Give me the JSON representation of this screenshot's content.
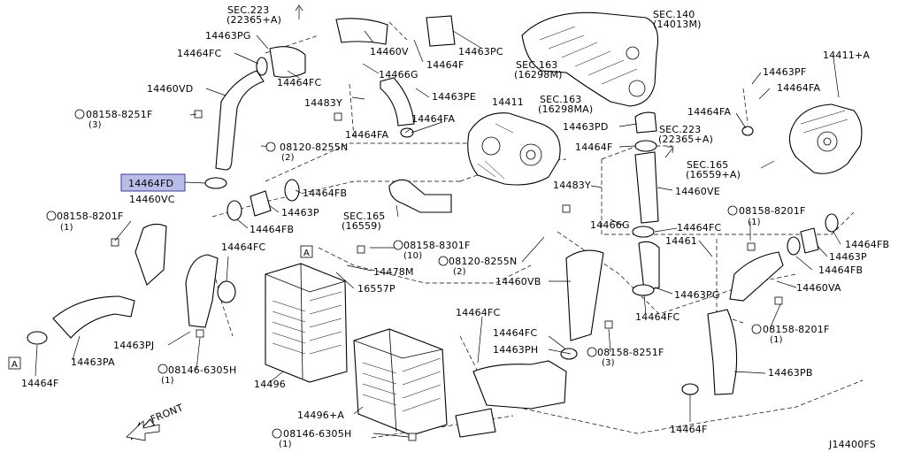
{
  "diagram_code": "J14400FS",
  "front_label": "FRONT",
  "section_marker": "A",
  "highlighted_part": "14464FD",
  "labels": {
    "sec223_top_line1": "SEC.223",
    "sec223_top_line2": "(22365+A)",
    "p14463PG_top": "14463PG",
    "p14464FC_tl": "14464FC",
    "p14460V": "14460V",
    "p14464F_top": "14464F",
    "p14463PC": "14463PC",
    "sec140_line1": "SEC.140",
    "sec140_line2": "(14013M)",
    "sec163_a_line1": "SEC.163",
    "sec163_a_line2": "(16298M)",
    "p14460VD": "14460VD",
    "p14464FC_mid": "14464FC",
    "p14466G_top": "14466G",
    "p14483Y_left": "14483Y",
    "p14463PE": "14463PE",
    "bolt_08158_8251F_left": "08158-8251F",
    "bolt_08158_8251F_left_qty": "(3)",
    "p14464FA_mid": "14464FA",
    "p14411_center": "14411",
    "bolt_08120_8255N_top": "08120-8255N",
    "bolt_08120_8255N_top_qty": "(2)",
    "sec163_b_line1": "SEC.163",
    "sec163_b_line2": "(16298MA)",
    "p14463PD": "14463PD",
    "sec223_right_line1": "SEC.223",
    "sec223_right_line2": "(22365+A)",
    "p14464F_right": "14464F",
    "p14464FD": "14464FD",
    "p14460VC": "14460VC",
    "p14464FB_mid": "14464FB",
    "p14463P_mid": "14463P",
    "p14464FB_mid2": "14464FB",
    "p14464FA_center": "14464FA",
    "sec165_center_line1": "SEC.165",
    "sec165_center_line2": "(16559)",
    "p14483Y_right": "14483Y",
    "p14460VE": "14460VE",
    "p14466G_right": "14466G",
    "bolt_08158_8201F_left": "08158-8201F",
    "bolt_08158_8201F_left_qty": "(1)",
    "p14464FC_center": "14464FC",
    "bolt_08158_8301F": "08158-8301F",
    "bolt_08158_8301F_qty": "(10)",
    "p14478M": "14478M",
    "bolt_08120_8255N_mid": "08120-8255N",
    "bolt_08120_8255N_mid_qty": "(2)",
    "p16557P": "16557P",
    "p14460VB": "14460VB",
    "p14463PJ": "14463PJ",
    "p14463PA": "14463PA",
    "p14464F_bl": "14464F",
    "bolt_08146_6305H_mid": "08146-6305H",
    "bolt_08146_6305H_mid_qty": "(1)",
    "p14496": "14496",
    "p14464FC_low1": "14464FC",
    "p14464FC_low2": "14464FC",
    "p14463PH": "14463PH",
    "bolt_08158_8251F_right": "08158-8251F",
    "bolt_08158_8251F_right_qty": "(3)",
    "p14496A": "14496+A",
    "bolt_08146_6305H_bot": "08146-6305H",
    "bolt_08146_6305H_bot_qty": "(1)",
    "p14411A": "14411+A",
    "p14463PF": "14463PF",
    "p14464FA_r1": "14464FA",
    "p14464FA_r2": "14464FA",
    "sec165_right_line1": "SEC.165",
    "sec165_right_line2": "(16559+A)",
    "bolt_08158_8201F_right": "08158-8201F",
    "bolt_08158_8201F_right_qty": "(1)",
    "p14464FC_right": "14464FC",
    "p14461": "14461",
    "p14464FB_right": "14464FB",
    "p14463P_right": "14463P",
    "p14464FB_right2": "14464FB",
    "p14460VA": "14460VA",
    "p14463PG_right": "14463PG",
    "p14464FC_right_low": "14464FC",
    "bolt_08158_8201F_r2": "08158-8201F",
    "bolt_08158_8201F_r2_qty": "(1)",
    "p14463PB": "14463PB",
    "p14464F_br": "14464F"
  }
}
